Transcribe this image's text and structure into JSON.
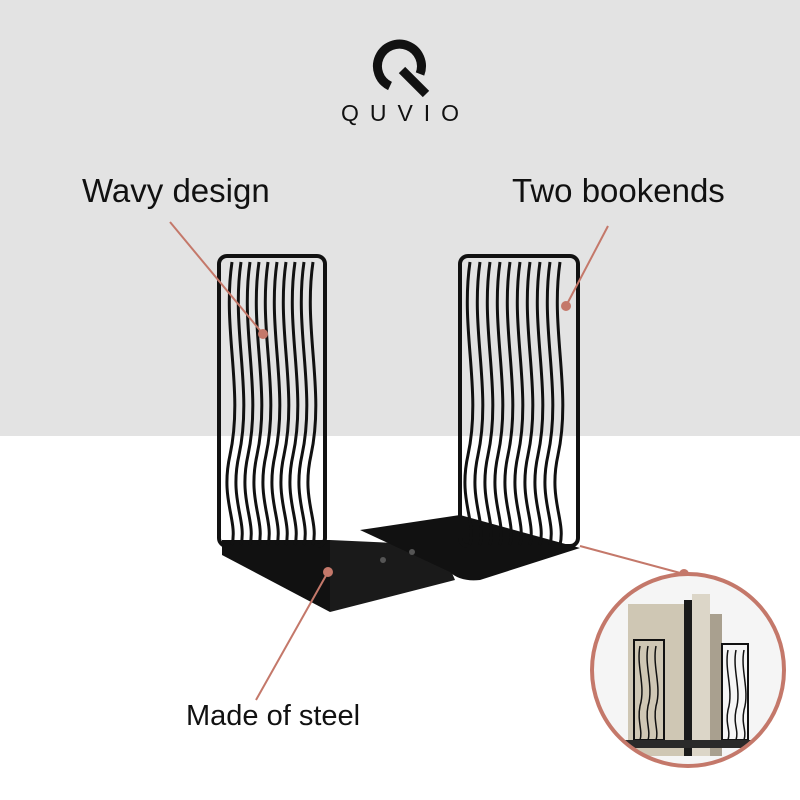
{
  "brand": {
    "logo_icon": "q-monogram-icon",
    "name": "QUVIO"
  },
  "callouts": {
    "wavy_design": "Wavy design",
    "two_bookends": "Two bookends",
    "made_of_steel": "Made of steel"
  },
  "colors": {
    "background_top": "#e3e3e3",
    "background_bottom": "#ffffff",
    "accent": "#c4786a",
    "product": "#111111"
  },
  "inset": {
    "icon": "bookends-with-books-photo"
  }
}
